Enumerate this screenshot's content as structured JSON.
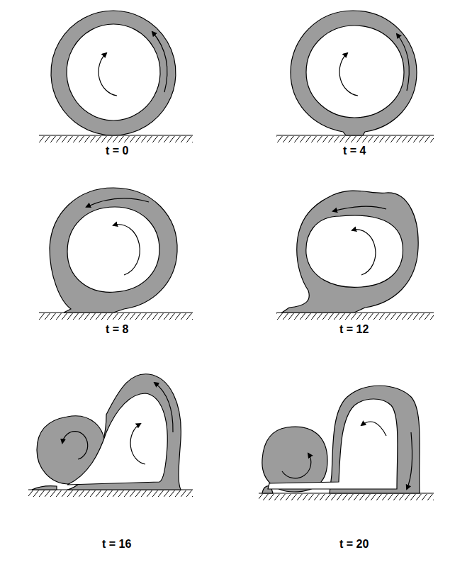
{
  "diagram": {
    "labels": [
      "t = 0",
      "t = 4",
      "t = 8",
      "t = 12",
      "t = 16",
      "t = 20"
    ]
  }
}
